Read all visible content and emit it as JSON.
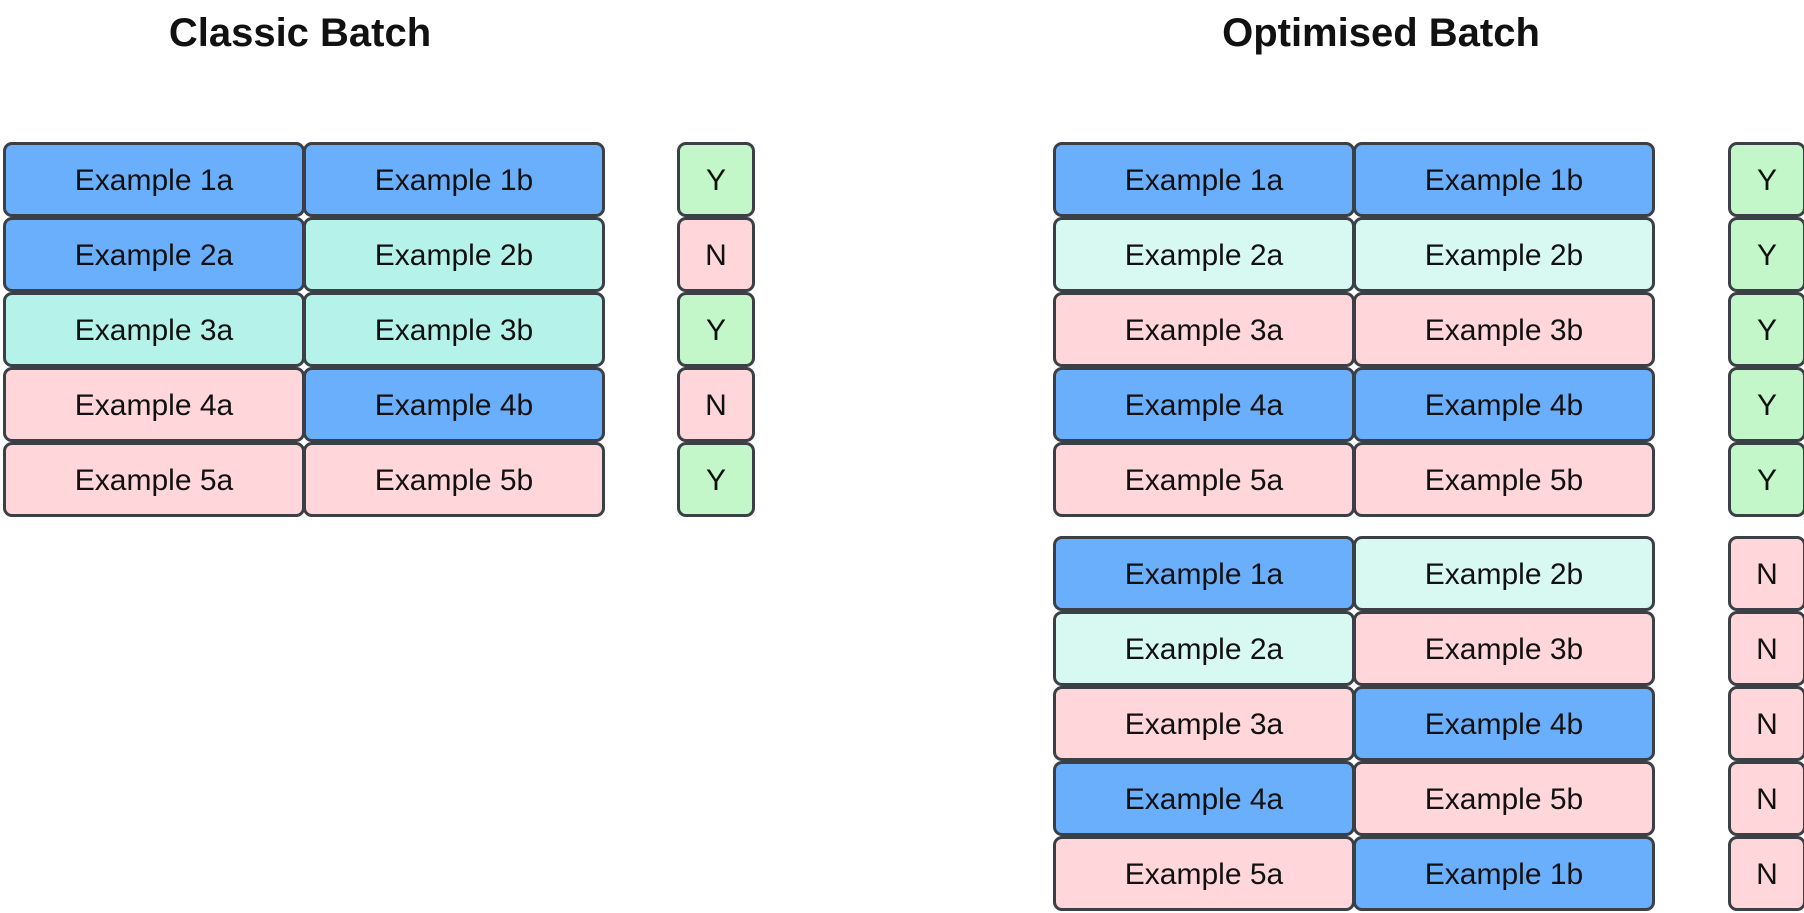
{
  "colors": {
    "blue": "#6aaffc",
    "teal": "#b5f3ea",
    "mint": "#d8f9f2",
    "pink": "#ffd6d9",
    "green": "#c3f6c8",
    "border": "#3b3f46"
  },
  "classic": {
    "title": "Classic Batch",
    "rows": [
      {
        "a": "Example 1a",
        "a_color": "blue",
        "b": "Example 1b",
        "b_color": "blue",
        "label": "Y"
      },
      {
        "a": "Example 2a",
        "a_color": "blue",
        "b": "Example 2b",
        "b_color": "teal",
        "label": "N"
      },
      {
        "a": "Example 3a",
        "a_color": "teal",
        "b": "Example 3b",
        "b_color": "teal",
        "label": "Y"
      },
      {
        "a": "Example 4a",
        "a_color": "pink",
        "b": "Example 4b",
        "b_color": "blue",
        "label": "N"
      },
      {
        "a": "Example 5a",
        "a_color": "pink",
        "b": "Example 5b",
        "b_color": "pink",
        "label": "Y"
      }
    ]
  },
  "optimised": {
    "title": "Optimised Batch",
    "positive_rows": [
      {
        "a": "Example 1a",
        "a_color": "blue",
        "b": "Example 1b",
        "b_color": "blue",
        "label": "Y"
      },
      {
        "a": "Example 2a",
        "a_color": "mint",
        "b": "Example 2b",
        "b_color": "mint",
        "label": "Y"
      },
      {
        "a": "Example 3a",
        "a_color": "pink",
        "b": "Example 3b",
        "b_color": "pink",
        "label": "Y"
      },
      {
        "a": "Example 4a",
        "a_color": "blue",
        "b": "Example 4b",
        "b_color": "blue",
        "label": "Y"
      },
      {
        "a": "Example 5a",
        "a_color": "pink",
        "b": "Example 5b",
        "b_color": "pink",
        "label": "Y"
      }
    ],
    "negative_rows": [
      {
        "a": "Example 1a",
        "a_color": "blue",
        "b": "Example 2b",
        "b_color": "mint",
        "label": "N"
      },
      {
        "a": "Example 2a",
        "a_color": "mint",
        "b": "Example 3b",
        "b_color": "pink",
        "label": "N"
      },
      {
        "a": "Example 3a",
        "a_color": "pink",
        "b": "Example 4b",
        "b_color": "blue",
        "label": "N"
      },
      {
        "a": "Example 4a",
        "a_color": "blue",
        "b": "Example 5b",
        "b_color": "pink",
        "label": "N"
      },
      {
        "a": "Example 5a",
        "a_color": "pink",
        "b": "Example 1b",
        "b_color": "blue",
        "label": "N"
      }
    ]
  },
  "label_colors": {
    "Y": "green",
    "N": "pink"
  }
}
